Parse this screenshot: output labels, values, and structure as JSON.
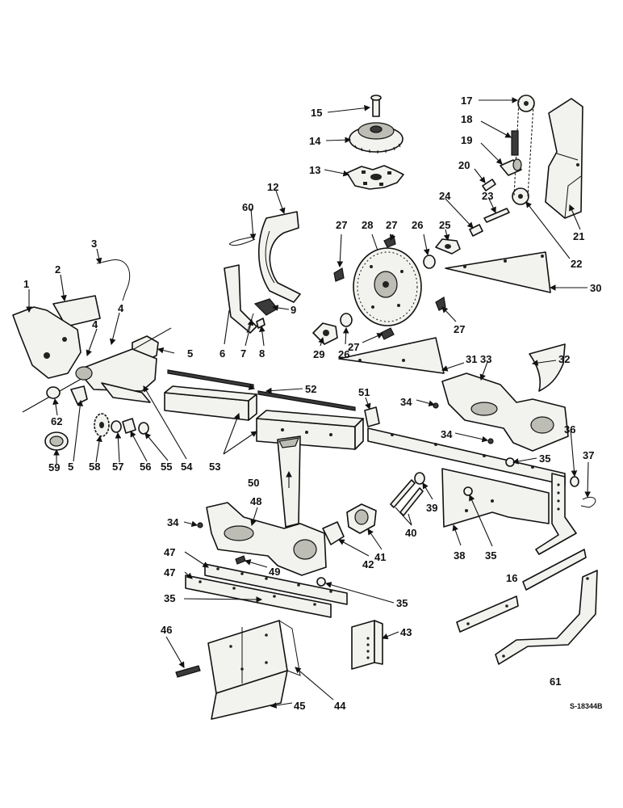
{
  "diagram": {
    "drawing_number": "S-18344B",
    "callouts": [
      "1",
      "2",
      "3",
      "4",
      "4",
      "5",
      "5",
      "6",
      "7",
      "8",
      "9",
      "12",
      "13",
      "14",
      "15",
      "16",
      "17",
      "18",
      "19",
      "20",
      "21",
      "22",
      "23",
      "24",
      "25",
      "26",
      "26",
      "27",
      "27",
      "27",
      "27",
      "28",
      "29",
      "30",
      "31",
      "32",
      "33",
      "34",
      "34",
      "34",
      "35",
      "35",
      "35",
      "35",
      "36",
      "37",
      "38",
      "39",
      "40",
      "41",
      "42",
      "43",
      "44",
      "45",
      "46",
      "47",
      "47",
      "48",
      "49",
      "50",
      "51",
      "52",
      "53",
      "54",
      "55",
      "56",
      "57",
      "58",
      "59",
      "60",
      "61",
      "62"
    ]
  }
}
